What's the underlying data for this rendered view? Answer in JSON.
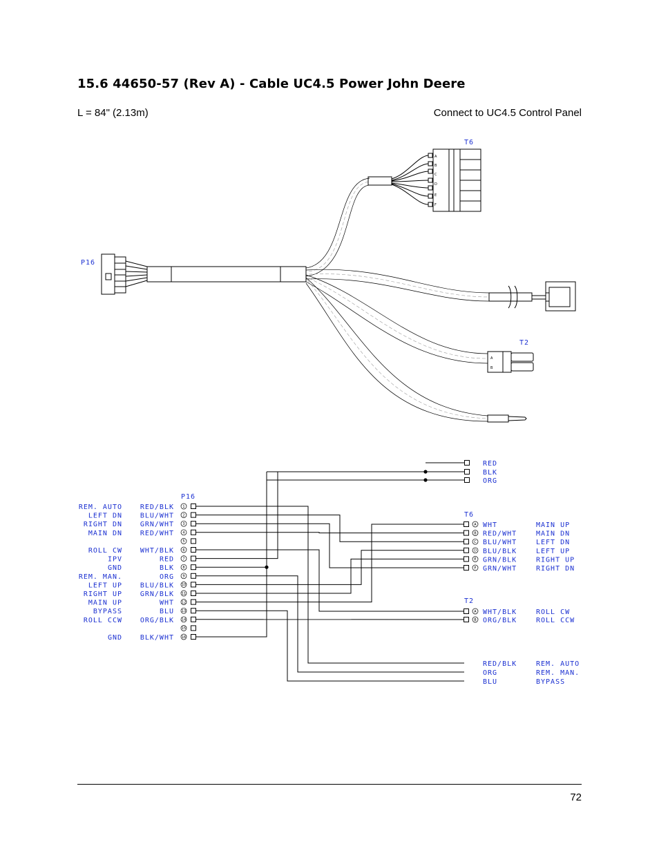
{
  "section_title": "15.6  44650-57 (Rev A) - Cable UC4.5 Power John Deere",
  "length": "L = 84\" (2.13m)",
  "connect_note": "Connect to UC4.5 Control Panel",
  "page_number": "72",
  "connectors": {
    "p16": "P16",
    "t6": "T6",
    "t2": "T2"
  },
  "p16_pins": [
    {
      "num": "1",
      "function": "REM. AUTO",
      "color": "RED/BLK"
    },
    {
      "num": "2",
      "function": "LEFT DN",
      "color": "BLU/WHT"
    },
    {
      "num": "3",
      "function": "RIGHT DN",
      "color": "GRN/WHT"
    },
    {
      "num": "4",
      "function": "MAIN DN",
      "color": "RED/WHT"
    },
    {
      "num": "5",
      "function": "",
      "color": ""
    },
    {
      "num": "6",
      "function": "ROLL CW",
      "color": "WHT/BLK"
    },
    {
      "num": "7",
      "function": "IPV",
      "color": "RED"
    },
    {
      "num": "8",
      "function": "GND",
      "color": "BLK"
    },
    {
      "num": "9",
      "function": "REM. MAN.",
      "color": "ORG"
    },
    {
      "num": "10",
      "function": "LEFT UP",
      "color": "BLU/BLK"
    },
    {
      "num": "11",
      "function": "RIGHT UP",
      "color": "GRN/BLK"
    },
    {
      "num": "12",
      "function": "MAIN UP",
      "color": "WHT"
    },
    {
      "num": "13",
      "function": "BYPASS",
      "color": "BLU"
    },
    {
      "num": "14",
      "function": "ROLL CCW",
      "color": "ORG/BLK"
    },
    {
      "num": "15",
      "function": "",
      "color": ""
    },
    {
      "num": "16",
      "function": "GND",
      "color": "BLK/WHT"
    }
  ],
  "power_leads": [
    "RED",
    "BLK",
    "ORG"
  ],
  "t6_pins": [
    {
      "letter": "A",
      "color": "WHT",
      "function": "MAIN UP"
    },
    {
      "letter": "B",
      "color": "RED/WHT",
      "function": "MAIN DN"
    },
    {
      "letter": "C",
      "color": "BLU/WHT",
      "function": "LEFT DN"
    },
    {
      "letter": "D",
      "color": "BLU/BLK",
      "function": "LEFT UP"
    },
    {
      "letter": "E",
      "color": "GRN/BLK",
      "function": "RIGHT UP"
    },
    {
      "letter": "F",
      "color": "GRN/WHT",
      "function": "RIGHT DN"
    }
  ],
  "t2_pins": [
    {
      "letter": "A",
      "color": "WHT/BLK",
      "function": "ROLL CW"
    },
    {
      "letter": "B",
      "color": "ORG/BLK",
      "function": "ROLL CCW"
    }
  ],
  "remote_leads": [
    {
      "color": "RED/BLK",
      "function": "REM. AUTO"
    },
    {
      "color": "ORG",
      "function": "REM. MAN."
    },
    {
      "color": "BLU",
      "function": "BYPASS"
    }
  ]
}
